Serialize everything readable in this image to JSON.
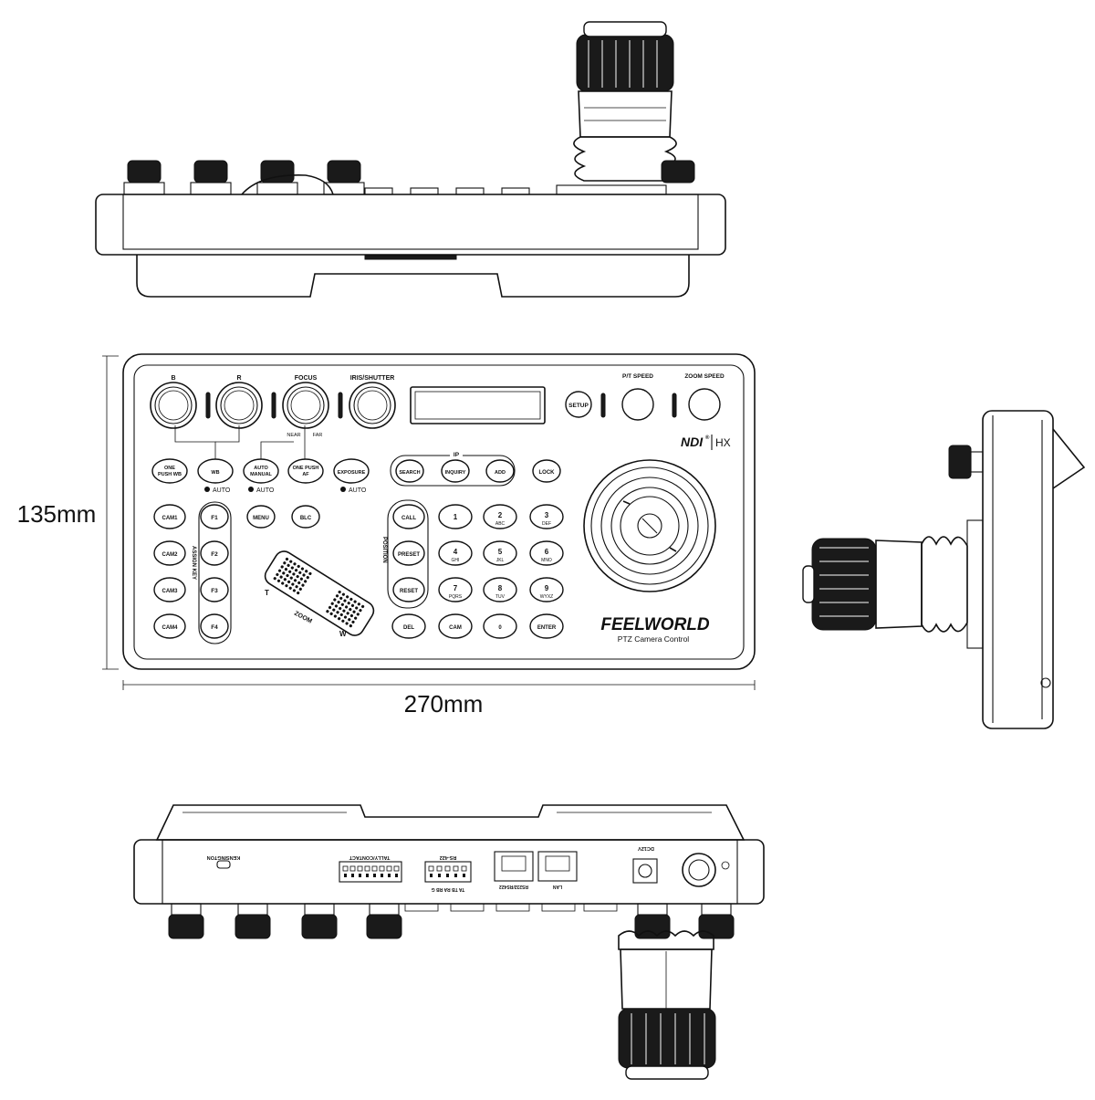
{
  "dimensions": {
    "height": "135mm",
    "width": "270mm"
  },
  "top_view": {
    "knob_labels": [
      "B",
      "R",
      "FOCUS",
      "IRIS/SHUTTER"
    ],
    "right_labels": {
      "pt_speed": "P/T SPEED",
      "zoom_speed": "ZOOM SPEED"
    },
    "setup": "SETUP",
    "near": "NEAR",
    "far": "FAR",
    "ndi_logo": "NDI",
    "ndi_mark": "®",
    "hx_logo": "HX",
    "ip_label": "IP",
    "ip_buttons": [
      "SEARCH",
      "INQUIRY",
      "ADD"
    ],
    "lock": "LOCK",
    "row2_buttons": [
      [
        "ONE",
        "PUSH WB"
      ],
      [
        "WB"
      ],
      [
        "AUTO",
        "MANUAL"
      ],
      [
        "ONE PUSH",
        "AF"
      ],
      [
        "EXPOSURE"
      ]
    ],
    "auto_label": "AUTO",
    "menu": "MENU",
    "blc": "BLC",
    "cams": [
      "CAM1",
      "CAM2",
      "CAM3",
      "CAM4"
    ],
    "fkeys": [
      "F1",
      "F2",
      "F3",
      "F4"
    ],
    "assign_key": "ASSIGN KEY",
    "position_label": "POSITION",
    "position_buttons": [
      "CALL",
      "PRESET",
      "RESET"
    ],
    "keypad": [
      [
        "1",
        ""
      ],
      [
        "2",
        "ABC"
      ],
      [
        "3",
        "DEF"
      ],
      [
        "4",
        "GHI"
      ],
      [
        "5",
        "JKL"
      ],
      [
        "6",
        "MNO"
      ],
      [
        "7",
        "PQRS"
      ],
      [
        "8",
        "TUV"
      ],
      [
        "9",
        "WYXZ"
      ]
    ],
    "bottom_row": [
      "DEL",
      "CAM",
      "0",
      "ENTER"
    ],
    "zoom": {
      "t": "T",
      "zoom": "ZOOM",
      "w": "W"
    },
    "brand": "FEELWORLD",
    "subtitle": "PTZ Camera Control"
  },
  "back_view": {
    "kensington": "KENSINGTON",
    "tally": "TALLY/CONTACT",
    "rs422": "RS-422",
    "rs422_pins": "TA  TB  RA  RB  G",
    "rs232": "RS232/RS422",
    "lan": "LAN",
    "dc": "DC12V"
  }
}
